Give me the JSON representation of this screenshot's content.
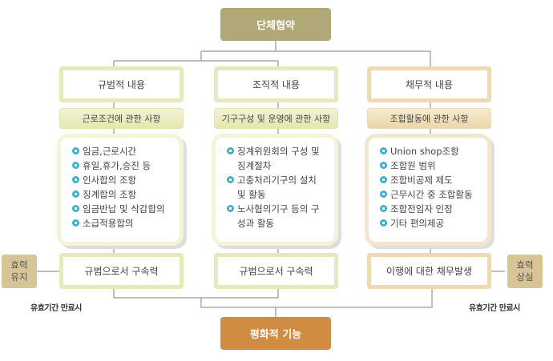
{
  "top": "단체협약",
  "bottom": "평화적 기능",
  "columns": [
    {
      "title": "규범적 내용",
      "sub": "근로조건에 관한 사항",
      "items": [
        "임금,근로시간",
        "휴일,휴가,승진 등",
        "인사합의 조항",
        "징계합의 조항",
        "임금반납 및 삭감합의",
        "소급적용합의"
      ],
      "effect": "규범으로서 구속력"
    },
    {
      "title": "조직적 내용",
      "sub": "기구구성 및 운영에 관한 사항",
      "items": [
        "징계위원회의 구성 및 징계절차",
        "고충처리기구의 설치 및 활동",
        "노사협의기구 등의 구성과 활동"
      ],
      "effect": "규범으로서 구속력"
    },
    {
      "title": "채무적 내용",
      "sub": "조합활동에 관한 사항",
      "items": [
        "Union shop조항",
        "조합원 범위",
        "조합비공제 제도",
        "근무시간 중 조합활동",
        "조합전임자 인정",
        "기타 편의제공"
      ],
      "effect": "이행에 대한 채무발생"
    }
  ],
  "left_side": {
    "line1": "효력",
    "line2": "유지",
    "note": "유효기간 만료시"
  },
  "right_side": {
    "line1": "효력",
    "line2": "상실",
    "note": "유효기간 만료시"
  },
  "colors": {
    "top": "#b1a877",
    "bottom": "#d08c40",
    "bullet": "#3fb1cc"
  }
}
